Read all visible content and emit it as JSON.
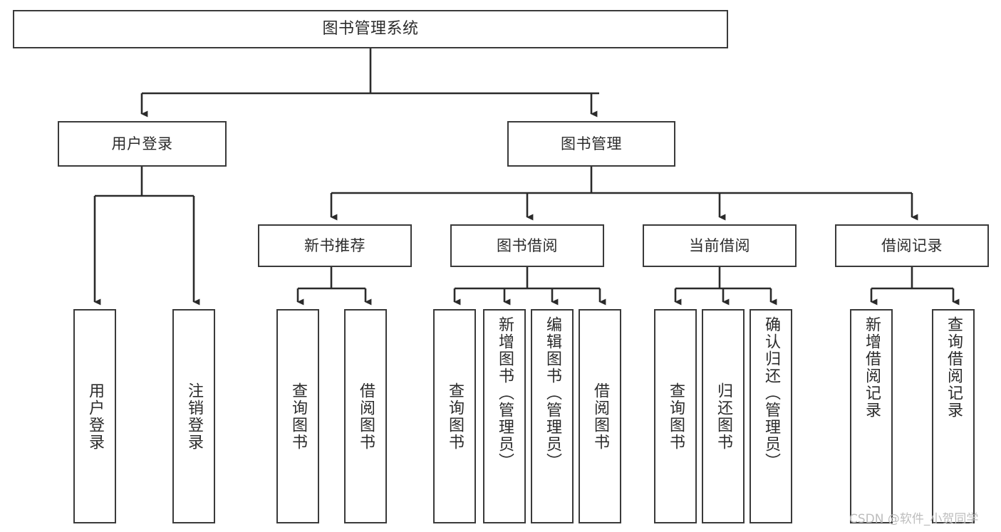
{
  "diagram": {
    "type": "tree",
    "title": "图书管理系统",
    "orientation": "top-down",
    "style": {
      "box_border_color": "#3a3a3a",
      "box_fill_color": "#ffffff",
      "edge_color": "#2b2b2b",
      "text_color": "#2b2b2b",
      "background": "#ffffff"
    },
    "root": {
      "label": "图书管理系统"
    },
    "level2": [
      {
        "label": "用户登录"
      },
      {
        "label": "图书管理"
      }
    ],
    "level3": [
      {
        "label": "新书推荐"
      },
      {
        "label": "图书借阅"
      },
      {
        "label": "当前借阅"
      },
      {
        "label": "借阅记录"
      }
    ],
    "leaves": {
      "user_login": [
        {
          "label": "用户登录"
        },
        {
          "label": "注销登录"
        }
      ],
      "new_book_recommend": [
        {
          "label": "查询图书"
        },
        {
          "label": "借阅图书"
        }
      ],
      "book_borrow": [
        {
          "label": "查询图书"
        },
        {
          "label": "新增图书（管理员）"
        },
        {
          "label": "编辑图书（管理员）"
        },
        {
          "label": "借阅图书"
        }
      ],
      "current_borrow": [
        {
          "label": "查询图书"
        },
        {
          "label": "归还图书"
        },
        {
          "label": "确认归还（管理员）"
        }
      ],
      "borrow_record": [
        {
          "label": "新增借阅记录"
        },
        {
          "label": "查询借阅记录"
        }
      ]
    }
  },
  "watermark": {
    "text": "CSDN @软件_小贺同学"
  }
}
